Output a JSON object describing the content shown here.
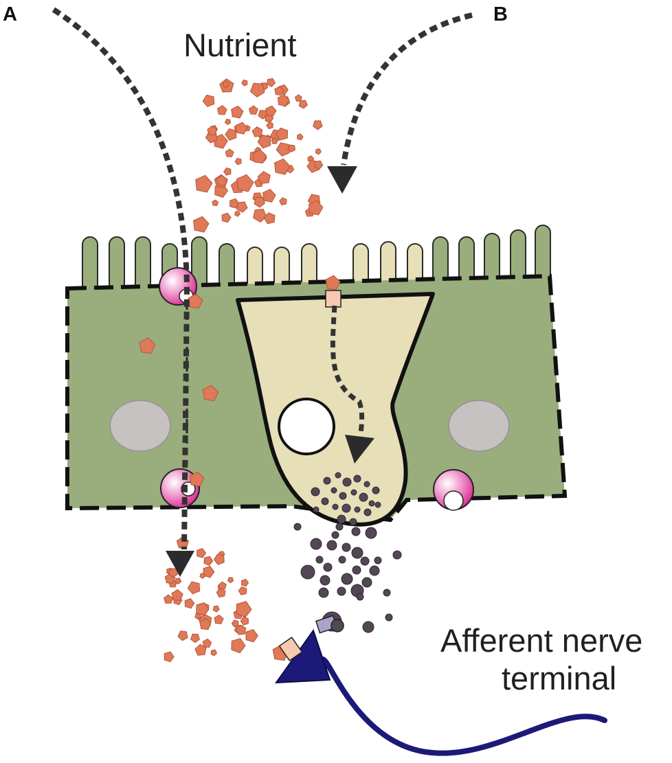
{
  "panels": {
    "a": "A",
    "b": "B"
  },
  "labels": {
    "nutrient": "Nutrient",
    "nerve_line1": "Afferent nerve",
    "nerve_line2": "terminal"
  },
  "colors": {
    "epithelial_cell": "#9aae7d",
    "microvilli_green": "#9aae7d",
    "enteroendocrine_cell": "#e6dfb8",
    "nucleus": "#c6c2c1",
    "nutrient_particle": "#e07957",
    "secretory_granule": "#544755",
    "transporter": "#e0479f",
    "receptor": "#f6c9b0",
    "nerve_receptor": "#a9a4c8",
    "nerve": "#1b1a78",
    "pathway_arrow": "#333333"
  },
  "icons": [
    "transporter-icon",
    "receptor-icon",
    "nucleus-icon",
    "pathway-arrow-icon",
    "nutrient-particle-icon",
    "secretory-granule-icon"
  ]
}
